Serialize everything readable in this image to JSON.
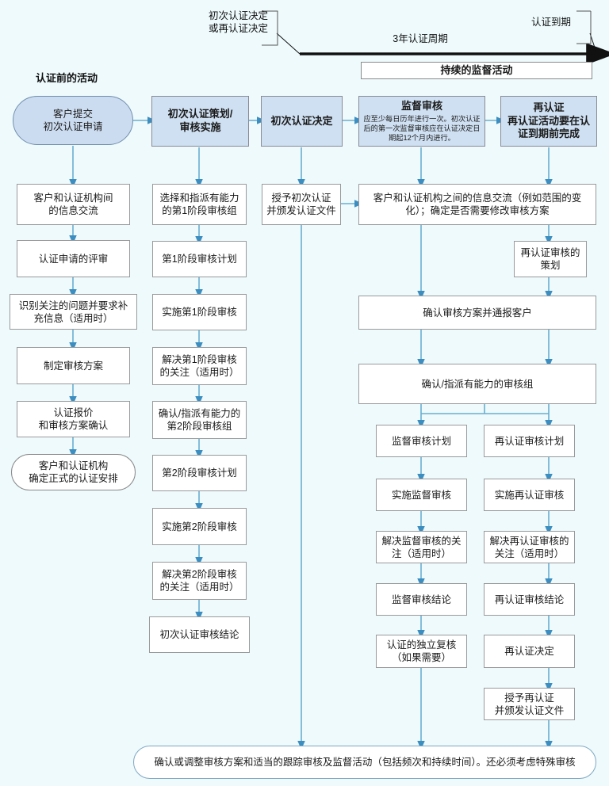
{
  "diagram": {
    "title_pre": "认证前的活动",
    "timeline": {
      "left_label": "初次认证决定\n或再认证决定",
      "center_label": "3年认证周期",
      "right_label": "认证到期",
      "ongoing_box": "持续的监督活动"
    },
    "accent_color": "#4a90c2",
    "header_fill": "#cfe0f2",
    "background": "#eefafc"
  },
  "columns": {
    "c1": {
      "header": "客户提交\n初次认证申请",
      "steps": [
        "客户和认证机构间\n的信息交流",
        "认证申请的评审",
        "识别关注的问题并要求补\n充信息（适用时）",
        "制定审核方案",
        "认证报价\n和审核方案确认",
        "客户和认证机构\n确定正式的认证安排"
      ]
    },
    "c2": {
      "header": "初次认证策划/\n审核实施",
      "steps": [
        "选择和指派有能力\n的第1阶段审核组",
        "第1阶段审核计划",
        "实施第1阶段审核",
        "解决第1阶段审核\n的关注（适用时）",
        "确认/指派有能力的\n第2阶段审核组",
        "第2阶段审核计划",
        "实施第2阶段审核",
        "解决第2阶段审核\n的关注（适用时）",
        "初次认证审核结论"
      ]
    },
    "c3": {
      "header": "初次认证决定",
      "steps": [
        "授予初次认证\n并颁发认证文件"
      ]
    },
    "c4": {
      "header_title": "监督审核",
      "header_body": "应至少每日历年进行一次。初次认证后的第一次监督审核应在认证决定日期起12个月内进行。",
      "steps": [
        "监督审核计划",
        "实施监督审核",
        "解决监督审核的关\n注（适用时）",
        "监督审核结论",
        "认证的独立复核\n（如果需要）"
      ]
    },
    "c5": {
      "header": "再认证\n再认证活动要在认\n证到期前完成",
      "steps": [
        "再认证审核的\n策划",
        "再认证审核计划",
        "实施再认证审核",
        "解决再认证审核的\n关注（适用时）",
        "再认证审核结论",
        "再认证决定",
        "授予再认证\n并颁发认证文件"
      ]
    }
  },
  "shared": {
    "info_exchange": "客户和认证机构之间的信息交流（例如范围的变\n化）；确定是否需要修改审核方案",
    "confirm_program": "确认审核方案并通报客户",
    "assign_team": "确认/指派有能力的审核组",
    "footer": "确认或调整审核方案和适当的跟踪审核及监督活动（包括频次和持续时间）。还必须考虑特殊审核"
  }
}
